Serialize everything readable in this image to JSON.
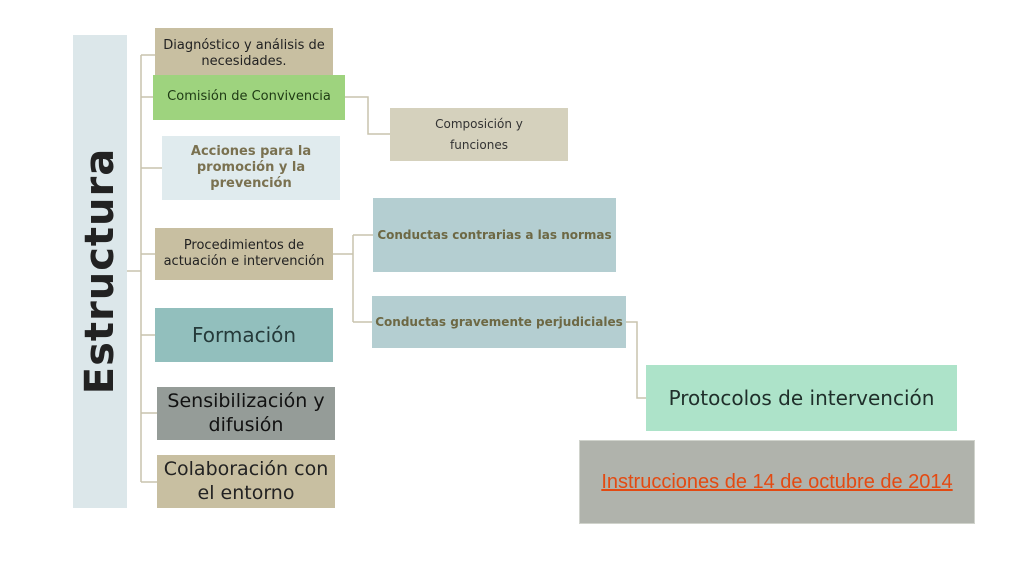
{
  "root": {
    "label": "Estructura"
  },
  "nodes": [
    {
      "label": "Diagnóstico y análisis de necesidades."
    },
    {
      "label": "Comisión de Convivencia"
    },
    {
      "label": "Acciones para la promoción y la prevención"
    },
    {
      "label": "Procedimientos  de actuación e intervención"
    },
    {
      "label": "Formación"
    },
    {
      "label": "Sensibilización y difusión"
    },
    {
      "label": "Colaboración con el entorno"
    }
  ],
  "comision_children": [
    {
      "label_line1": "Composición y",
      "label_line2": "funciones"
    }
  ],
  "procedimientos_children": [
    {
      "label": "Conductas contrarias a las normas"
    },
    {
      "label": "Conductas gravemente perjudiciales"
    }
  ],
  "protocolos": {
    "label": "Protocolos de intervención"
  },
  "link": {
    "label": "Instrucciones de 14 de octubre de 2014"
  },
  "colors": {
    "connector": "#c9c3ad",
    "link_text": "#e34a12"
  }
}
